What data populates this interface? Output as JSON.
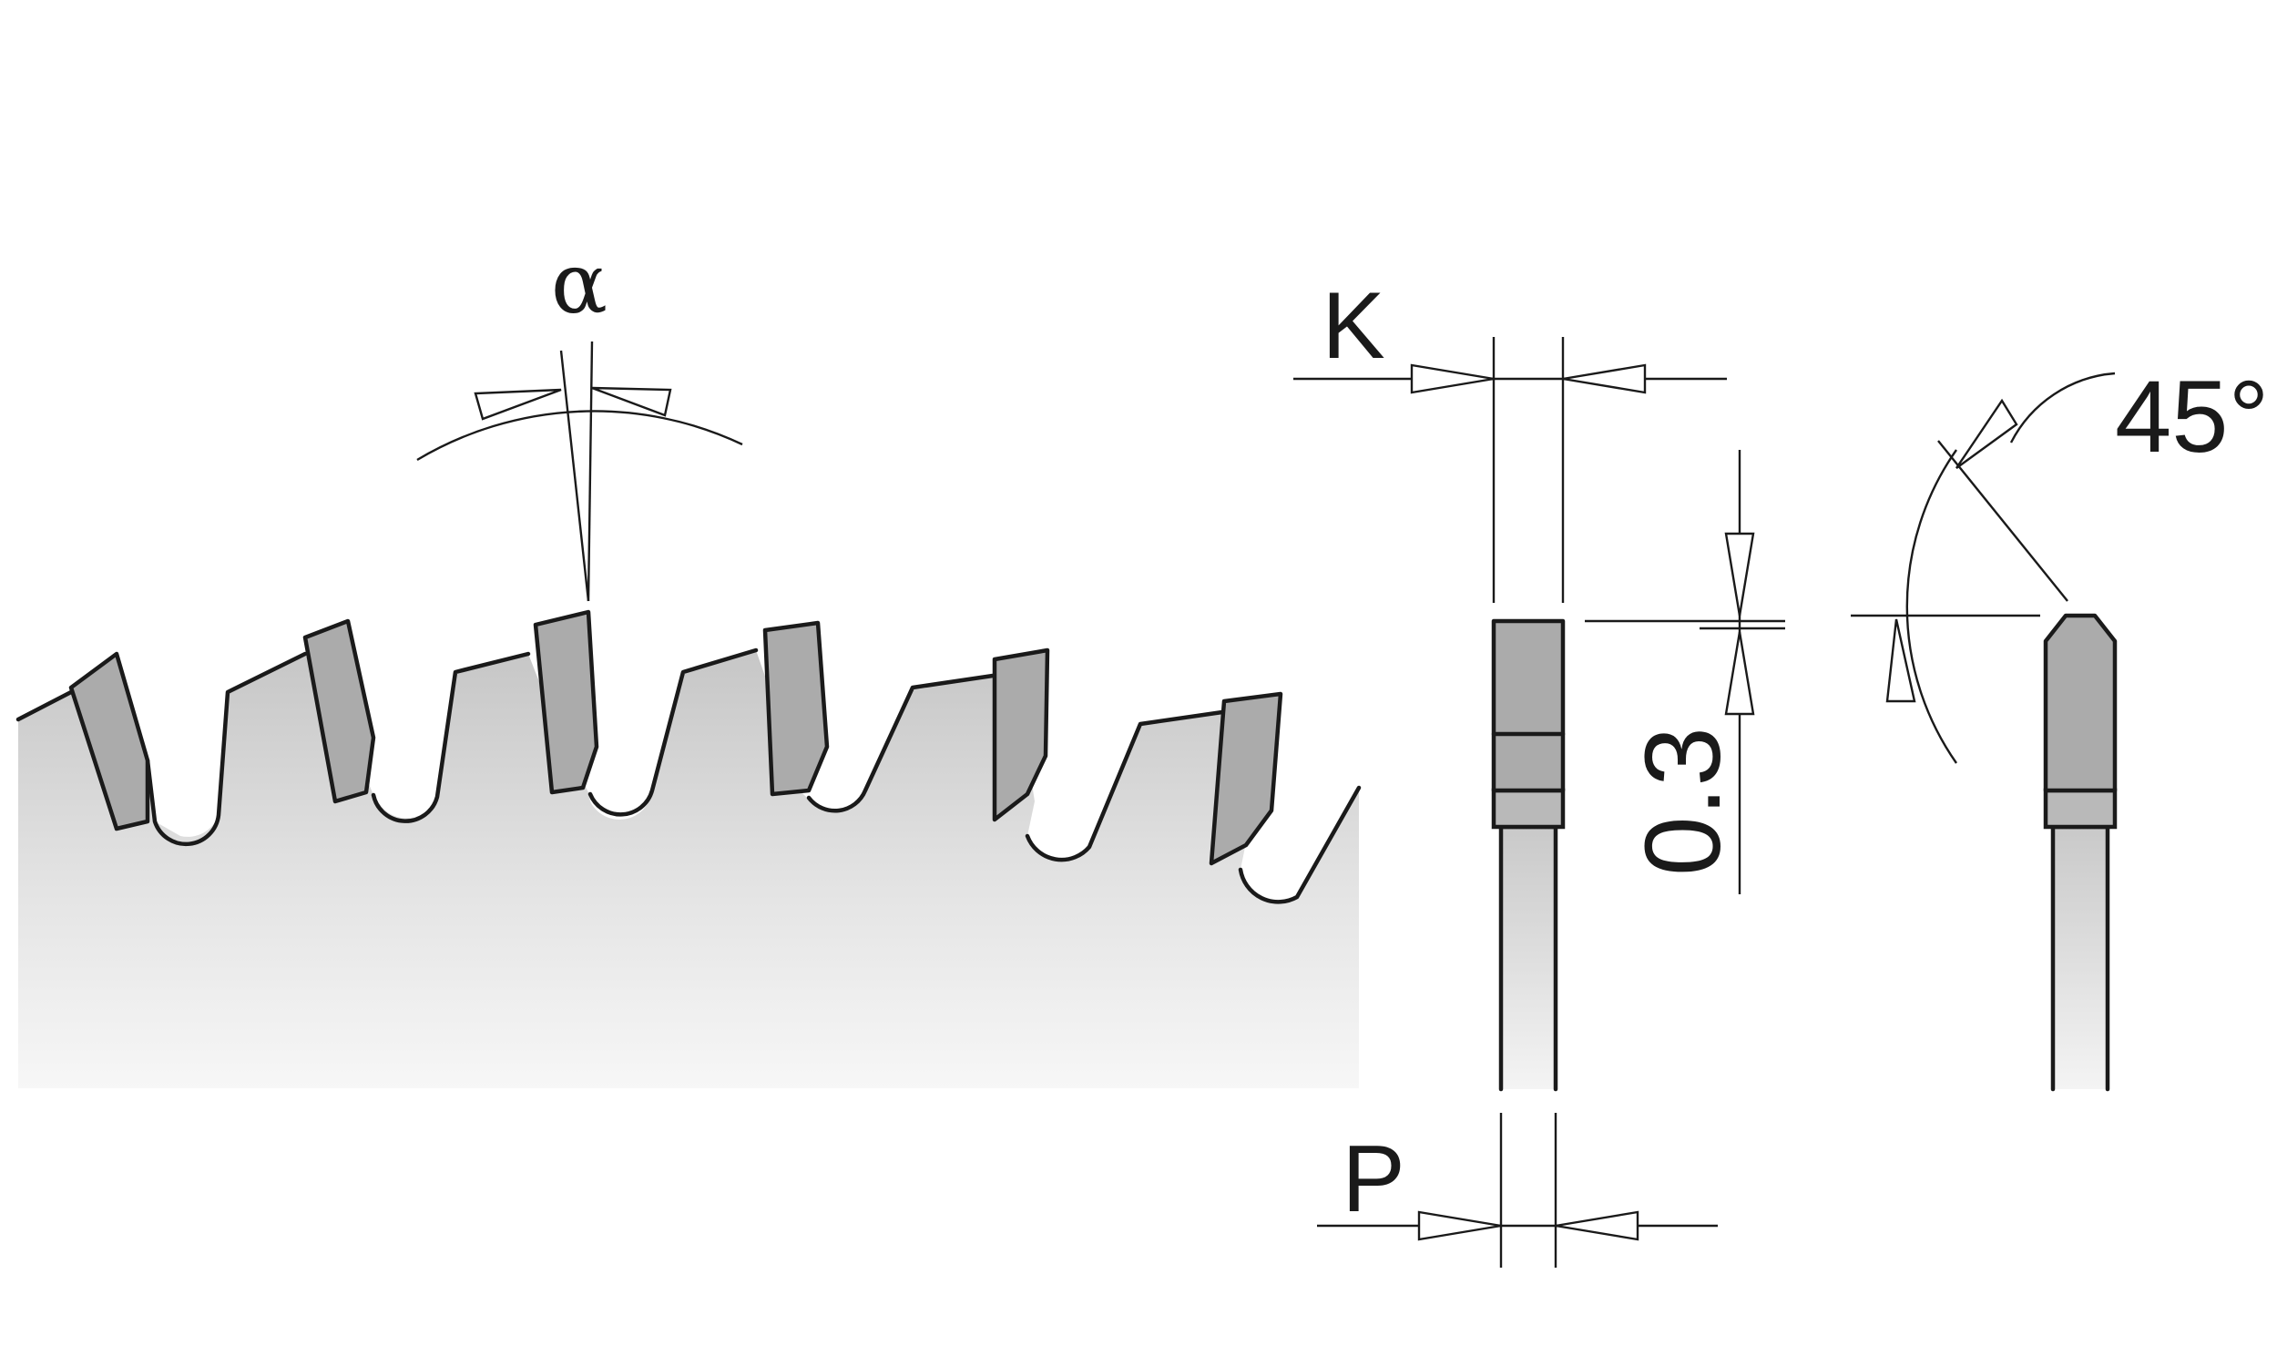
{
  "labels": {
    "alpha": "α",
    "k": "K",
    "p": "P",
    "angle": "45°",
    "gap": "0.3"
  },
  "colors": {
    "line": "#1a1a1a",
    "carbide_tip": "#ababab",
    "blade_light": "#f2f2f2",
    "blade_dark": "#c9c9c9"
  }
}
